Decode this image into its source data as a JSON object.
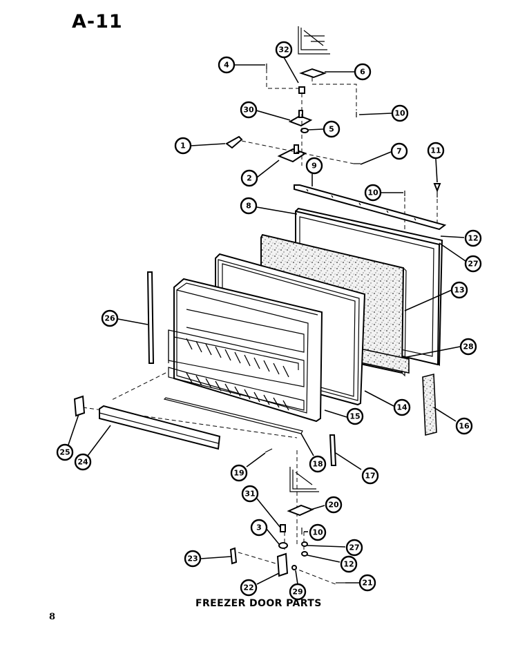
{
  "page": {
    "title": "A-11",
    "caption": "FREEZER DOOR PARTS",
    "page_number": "8"
  },
  "callouts": [
    {
      "id": "c32",
      "label": "32"
    },
    {
      "id": "c4",
      "label": "4"
    },
    {
      "id": "c6",
      "label": "6"
    },
    {
      "id": "c30",
      "label": "30"
    },
    {
      "id": "c10a",
      "label": "10"
    },
    {
      "id": "c5",
      "label": "5"
    },
    {
      "id": "c1",
      "label": "1"
    },
    {
      "id": "c7",
      "label": "7"
    },
    {
      "id": "c11",
      "label": "11"
    },
    {
      "id": "c2",
      "label": "2"
    },
    {
      "id": "c9",
      "label": "9"
    },
    {
      "id": "c10b",
      "label": "10"
    },
    {
      "id": "c8",
      "label": "8"
    },
    {
      "id": "c12a",
      "label": "12"
    },
    {
      "id": "c27a",
      "label": "27"
    },
    {
      "id": "c13",
      "label": "13"
    },
    {
      "id": "c26",
      "label": "26"
    },
    {
      "id": "c28",
      "label": "28"
    },
    {
      "id": "c14",
      "label": "14"
    },
    {
      "id": "c15",
      "label": "15"
    },
    {
      "id": "c16",
      "label": "16"
    },
    {
      "id": "c25",
      "label": "25"
    },
    {
      "id": "c24",
      "label": "24"
    },
    {
      "id": "c18",
      "label": "18"
    },
    {
      "id": "c19",
      "label": "19"
    },
    {
      "id": "c17",
      "label": "17"
    },
    {
      "id": "c31",
      "label": "31"
    },
    {
      "id": "c20",
      "label": "20"
    },
    {
      "id": "c3",
      "label": "3"
    },
    {
      "id": "c10c",
      "label": "10"
    },
    {
      "id": "c27b",
      "label": "27"
    },
    {
      "id": "c23",
      "label": "23"
    },
    {
      "id": "c12b",
      "label": "12"
    },
    {
      "id": "c22",
      "label": "22"
    },
    {
      "id": "c29",
      "label": "29"
    },
    {
      "id": "c21",
      "label": "21"
    }
  ]
}
